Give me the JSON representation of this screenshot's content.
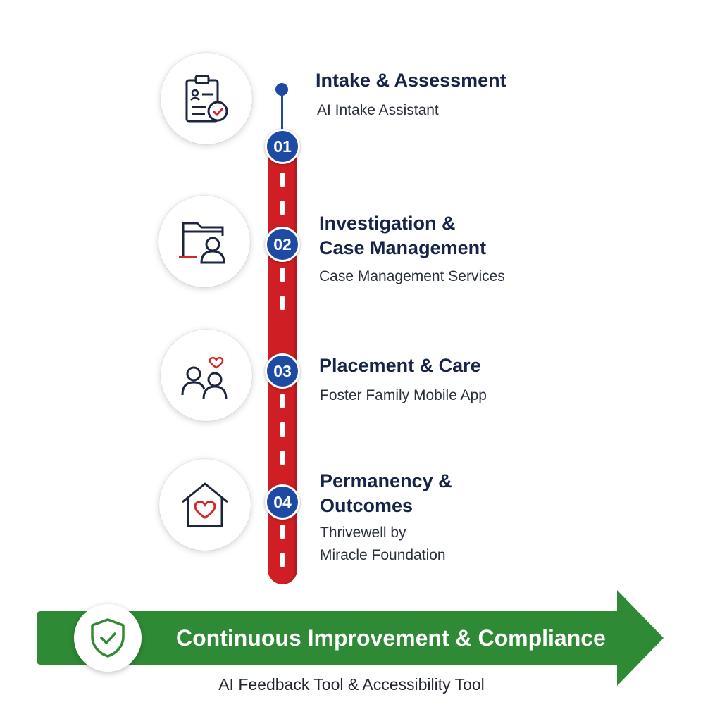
{
  "colors": {
    "navy": "#172348",
    "badge_blue": "#1d4ba3",
    "road_red": "#cf1f24",
    "banner_green": "#2f8a35",
    "icon_outline": "#1c2540",
    "icon_accent_red": "#d62428",
    "shield_green": "#2f8a35"
  },
  "steps": [
    {
      "number": "01",
      "title_lines": [
        "Intake & Assessment"
      ],
      "subtitle_lines": [
        "AI Intake Assistant"
      ],
      "icon": "clipboard-check-icon"
    },
    {
      "number": "02",
      "title_lines": [
        "Investigation &",
        "Case Management"
      ],
      "subtitle_lines": [
        "Case Management Services"
      ],
      "icon": "folder-person-icon"
    },
    {
      "number": "03",
      "title_lines": [
        "Placement & Care"
      ],
      "subtitle_lines": [
        "Foster Family Mobile App"
      ],
      "icon": "family-heart-icon"
    },
    {
      "number": "04",
      "title_lines": [
        "Permanency &",
        "Outcomes"
      ],
      "subtitle_lines": [
        "Thrivewell by",
        "Miracle Foundation"
      ],
      "icon": "house-heart-icon"
    }
  ],
  "footer": {
    "banner_text": "Continuous Improvement & Compliance",
    "subtitle": "AI Feedback Tool & Accessibility Tool",
    "icon": "shield-check-icon"
  }
}
